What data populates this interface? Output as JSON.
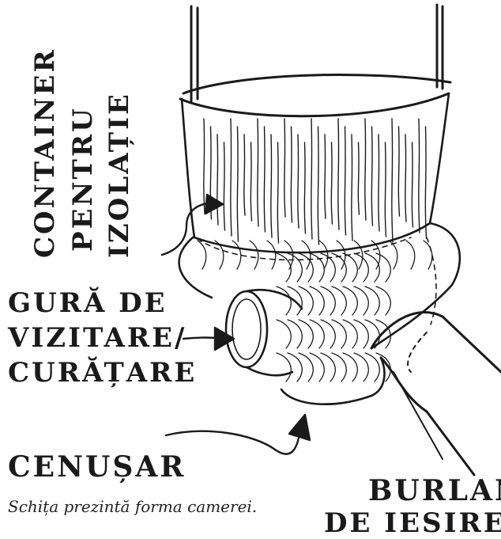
{
  "labels": {
    "container_line1": "CONTAINER",
    "container_line2": "PENTRU",
    "container_line3": "IZOLAȚIE",
    "gura_line1": "GURĂ DE",
    "gura_line2": "VIZITARE/",
    "gura_line3": "CURĂȚARE",
    "cenusar": "CENUȘAR",
    "burlan_line1": "BURLAN",
    "burlan_line2": "DE IESIRE"
  },
  "caption": "Schița prezintă forma camerei.",
  "colors": {
    "ink": "#1a1a1a",
    "background": "#ffffff"
  }
}
